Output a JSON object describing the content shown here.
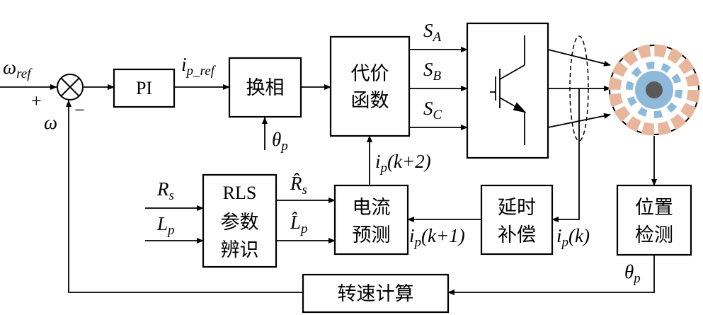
{
  "blocks": {
    "pi": "PI",
    "commutation": "换相",
    "cost_function_l1": "代价",
    "cost_function_l2": "函数",
    "rls_l1": "RLS",
    "rls_l2": "参数",
    "rls_l3": "辨识",
    "current_pred_l1": "电流",
    "current_pred_l2": "预测",
    "delay_comp_l1": "延时",
    "delay_comp_l2": "补偿",
    "position_l1": "位置",
    "position_l2": "检测",
    "speed_calc": "转速计算"
  },
  "signals": {
    "omega_ref": {
      "base": "ω",
      "sub": "ref"
    },
    "plus": "+",
    "minus": "−",
    "omega": "ω",
    "ip_ref": {
      "base": "i",
      "sub": "p_ref"
    },
    "theta_p_top": {
      "base": "θ",
      "sub": "p"
    },
    "sa": {
      "base": "S",
      "sub": "A"
    },
    "sb": {
      "base": "S",
      "sub": "B"
    },
    "sc": {
      "base": "S",
      "sub": "C"
    },
    "rs": {
      "base": "R",
      "sub": "s"
    },
    "lp": {
      "base": "L",
      "sub": "p"
    },
    "rs_hat": {
      "base": "R̂",
      "sub": "s"
    },
    "lp_hat": {
      "base": "L̂",
      "sub": "p"
    },
    "ip_k2": {
      "base": "i",
      "sub": "p",
      "arg": "(k+2)"
    },
    "ip_k1": {
      "base": "i",
      "sub": "p",
      "arg": "(k+1)"
    },
    "ip_k": {
      "base": "i",
      "sub": "p",
      "arg": "(k)"
    },
    "theta_p_bottom": {
      "base": "θ",
      "sub": "p"
    }
  },
  "colors": {
    "line": "#000000",
    "motor_outer": "#e8b59d",
    "motor_inner": "#8fb9d8",
    "motor_hub": "#595959"
  }
}
